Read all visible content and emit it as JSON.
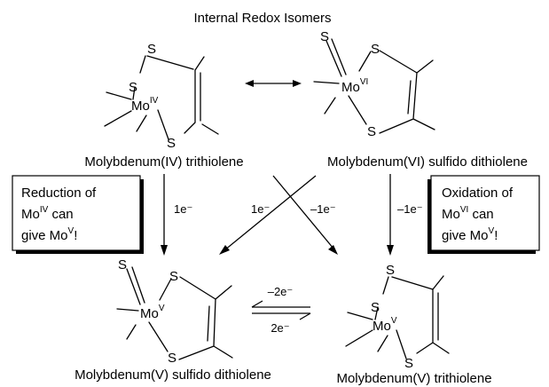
{
  "title": "Internal Redox Isomers",
  "atoms": {
    "sulfur": "S",
    "metal": "Mo"
  },
  "oxidation": {
    "iv": "IV",
    "vi": "VI",
    "v": "V"
  },
  "captions": {
    "mo_iv_trithiolene": "Molybdenum(IV) trithiolene",
    "mo_vi_sulfido": "Molybdenum(VI) sulfido dithiolene",
    "mo_v_sulfido": "Molybdenum(V) sulfido dithiolene",
    "mo_v_trithiolene": "Molybdenum(V) trithiolene"
  },
  "arrow_labels": {
    "left_down": "1e⁻",
    "cross_left": "1e⁻",
    "cross_right": "–1e⁻",
    "right_down": "–1e⁻",
    "eq_top": "–2e⁻",
    "eq_bottom": "2e⁻"
  },
  "notes": {
    "reduction": {
      "line1": "Reduction of",
      "line2_prefix": "Mo",
      "line2_sup": "IV",
      "line2_suffix": " can",
      "line3_prefix": "give Mo",
      "line3_sup": "V",
      "line3_suffix": "!"
    },
    "oxidation": {
      "line1": "Oxidation of",
      "line2_prefix": "Mo",
      "line2_sup": "VI",
      "line2_suffix": " can",
      "line3_prefix": "give Mo",
      "line3_sup": "V",
      "line3_suffix": "!"
    }
  }
}
